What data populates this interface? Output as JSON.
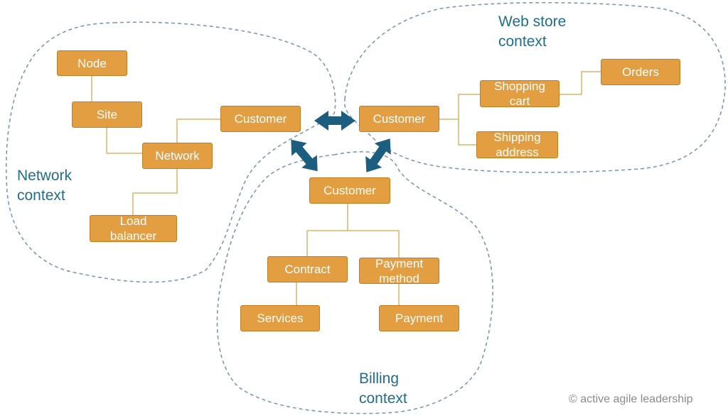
{
  "contexts": {
    "network": "Network\ncontext",
    "webstore": "Web store\ncontext",
    "billing": "Billing\ncontext"
  },
  "nodes": {
    "node": "Node",
    "site": "Site",
    "network": "Network",
    "load_balancer": "Load\nbalancer",
    "customer_network": "Customer",
    "customer_webstore": "Customer",
    "shopping_cart": "Shopping\ncart",
    "shipping_address": "Shipping\naddress",
    "orders": "Orders",
    "customer_billing": "Customer",
    "contract": "Contract",
    "payment_method": "Payment\nmethod",
    "services": "Services",
    "payment": "Payment"
  },
  "credit": "© active agile leadership",
  "colors": {
    "box_fill": "#e29e41",
    "box_border": "#c07d22",
    "context_label": "#1f6e8c",
    "arrow": "#1b5e80",
    "boundary": "#7f98b0",
    "connector": "#d9b56a"
  }
}
